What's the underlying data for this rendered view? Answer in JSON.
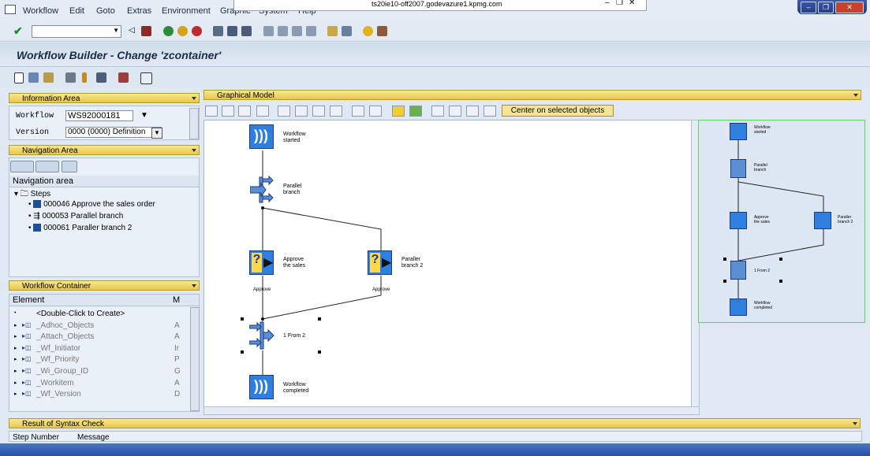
{
  "menu": [
    "Workflow",
    "Edit",
    "Goto",
    "Extras",
    "Environment",
    "Graphic",
    "System",
    "Help"
  ],
  "window_title": "ts20ie10-off2007.godevazure1.kpmg.com",
  "app_title": "Workflow Builder - Change 'zcontainer'",
  "info_area": {
    "header": "Information Area",
    "workflow_label": "Workflow",
    "workflow_value": "WS92000181",
    "version_label": "Version",
    "version_value": "0000 (0000) Definition"
  },
  "navigation": {
    "header": "Navigation Area",
    "column": "Navigation area",
    "root": "Steps",
    "items": [
      "000046 Approve the sales order",
      "000053 Parallel branch",
      "000061 Paraller branch 2"
    ]
  },
  "container": {
    "header": "Workflow Container",
    "col_element": "Element",
    "col_m": "M",
    "items": [
      {
        "name": "<Double-Click to Create>",
        "m": ""
      },
      {
        "name": "_Adhoc_Objects",
        "m": "A"
      },
      {
        "name": "_Attach_Objects",
        "m": "A"
      },
      {
        "name": "_Wf_Initiator",
        "m": "Ir"
      },
      {
        "name": "_Wf_Priority",
        "m": "P"
      },
      {
        "name": "_Wi_Group_ID",
        "m": "G"
      },
      {
        "name": "_Workitem",
        "m": "A"
      },
      {
        "name": "_Wf_Version",
        "m": "D"
      }
    ]
  },
  "graph": {
    "header": "Graphical Model",
    "center_button": "Center on selected objects",
    "nodes": {
      "start": "Workflow\nstarted",
      "parallel": "Parallel\nbranch",
      "approve": "Approve\nthe sales",
      "paraller2": "Paraller\nbranch 2",
      "join": "1 From 2",
      "end": "Workflow\ncompleted",
      "edge1": "Approve",
      "edge2": "Approve"
    },
    "overview_nodes": {
      "start": "Workflow\nstarted",
      "parallel": "Parallel\nbranch",
      "approve": "Approve\nthe sales",
      "paraller2": "Paraller\nbranch 2",
      "join": "1 From 2",
      "end": "Workflow\ncompleted"
    }
  },
  "syntax": {
    "header": "Result of Syntax Check",
    "col1": "Step Number",
    "col2": "Message"
  },
  "colors": {
    "section_header": "#f0d66a",
    "node_blue": "#2f7fe0",
    "overview_border": "#5cd65c"
  }
}
